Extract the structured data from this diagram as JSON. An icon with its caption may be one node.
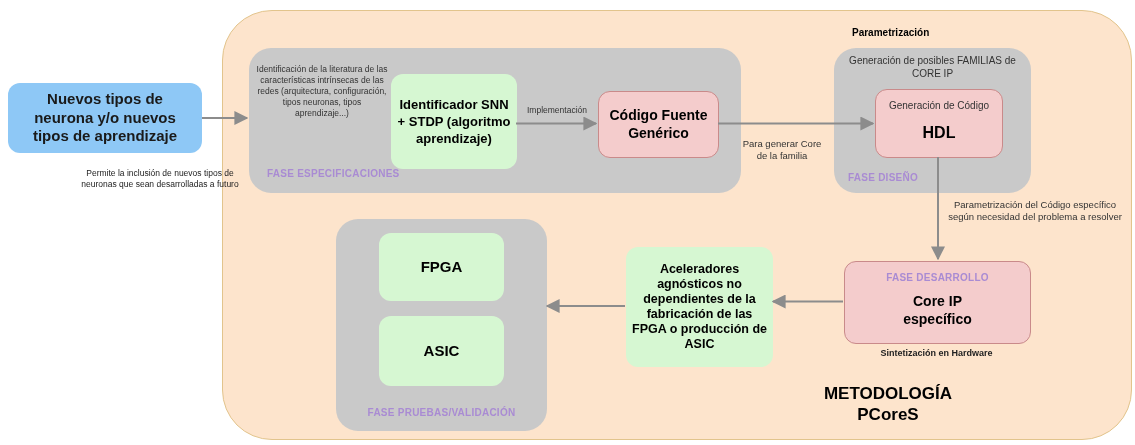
{
  "diagram": {
    "nodes": [
      {
        "text": [
          "METODOLOGÍA PCoreS"
        ]
      },
      {
        "text": [
          "Nuevos tipos de neurona y/o nuevos tipos de aprendizaje"
        ],
        "beside": [
          "Permite la inclusión de nuevos tipos de neuronas que sean desarrolladas a futuro"
        ]
      },
      {
        "text": [
          "Identificación de la literatura de las características intrínsecas de las redes (arquitectura, configuración, tipos neuronas, tipos aprendizaje...)",
          "FASE ESPECIFICACIONES"
        ],
        "in": 0
      },
      {
        "text": [
          "Identificador SNN + STDP (algoritmo aprendizaje)"
        ],
        "in": 2
      },
      {
        "text": [
          "Código Fuente Genérico"
        ],
        "in": 2
      },
      {
        "text": [
          "Generación de posibles FAMILIAS de CORE IP",
          "FASE DISEÑO"
        ],
        "in": 0
      },
      {
        "text": [
          "Generación de Código",
          "HDL"
        ],
        "in": 5
      },
      {
        "text": [
          "FASE DESARROLLO",
          "Core IP específico"
        ],
        "in": 0,
        "beside": [
          "Sintetización en Hardware"
        ]
      },
      {
        "text": [
          "Aceleradores agnósticos no dependientes de la fabricación de las FPGA o producción de ASIC"
        ],
        "in": 0
      },
      {
        "text": [
          "FASE PRUEBAS/VALIDACIÓN"
        ],
        "in": 0
      },
      {
        "text": [
          "FPGA"
        ],
        "in": 9
      },
      {
        "text": [
          "ASIC"
        ],
        "in": 9
      }
    ],
    "edges": [
      {
        "from": 1,
        "to": 2,
        "arrow": "to"
      },
      {
        "from": 3,
        "to": 4,
        "arrow": "to",
        "label": "Implementación"
      },
      {
        "from": 4,
        "to": 6,
        "arrow": "to",
        "label": "Para generar Core de la familia"
      },
      {
        "from": 6,
        "to": 7,
        "arrow": "to",
        "label": "Parametrización del Código específico según necesidad del problema a resolver"
      },
      {
        "from": 7,
        "to": 8,
        "arrow": "to"
      },
      {
        "from": 8,
        "to": 9,
        "arrow": "to"
      }
    ],
    "labels": [
      "Parametrización"
    ]
  }
}
